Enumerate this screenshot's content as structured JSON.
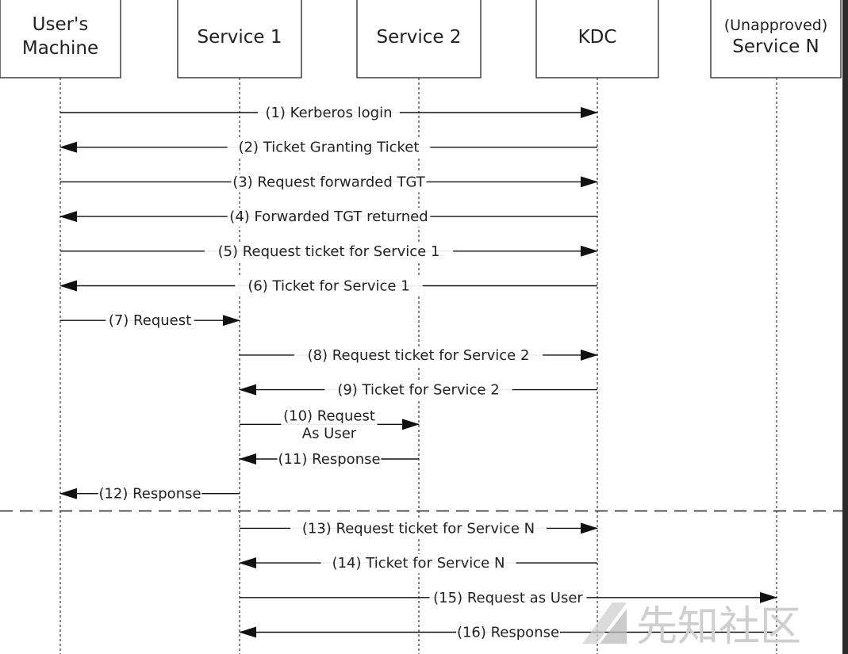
{
  "participants": [
    {
      "lines": [
        "User's",
        "Machine"
      ]
    },
    {
      "lines": [
        "Service 1"
      ]
    },
    {
      "lines": [
        "Service 2"
      ]
    },
    {
      "lines": [
        "KDC"
      ]
    },
    {
      "lines": [
        "(Unapproved)",
        "Service N"
      ]
    }
  ],
  "messages": [
    {
      "label": "(1) Kerberos login",
      "from": 0,
      "to": 3
    },
    {
      "label": "(2) Ticket Granting Ticket",
      "from": 3,
      "to": 0
    },
    {
      "label": "(3) Request forwarded TGT",
      "from": 0,
      "to": 3
    },
    {
      "label": "(4) Forwarded TGT returned",
      "from": 3,
      "to": 0
    },
    {
      "label": "(5) Request ticket for Service 1",
      "from": 0,
      "to": 3
    },
    {
      "label": "(6) Ticket for Service 1",
      "from": 3,
      "to": 0
    },
    {
      "label": "(7) Request",
      "from": 0,
      "to": 1
    },
    {
      "label": "(8) Request ticket for Service 2",
      "from": 1,
      "to": 3
    },
    {
      "label": "(9) Ticket for Service 2",
      "from": 3,
      "to": 1
    },
    {
      "label": "(10) Request\nAs User",
      "from": 1,
      "to": 2
    },
    {
      "label": "(11) Response",
      "from": 2,
      "to": 1
    },
    {
      "label": "(12) Response",
      "from": 1,
      "to": 0
    },
    {
      "label": "(13) Request ticket for Service N",
      "from": 1,
      "to": 3
    },
    {
      "label": "(14) Ticket for Service N",
      "from": 3,
      "to": 1
    },
    {
      "label": "(15) Request as User",
      "from": 1,
      "to": 4
    },
    {
      "label": "(16) Response",
      "from": 4,
      "to": 1
    }
  ],
  "separator_after_message": 12,
  "watermark": {
    "text": "先知社区"
  }
}
